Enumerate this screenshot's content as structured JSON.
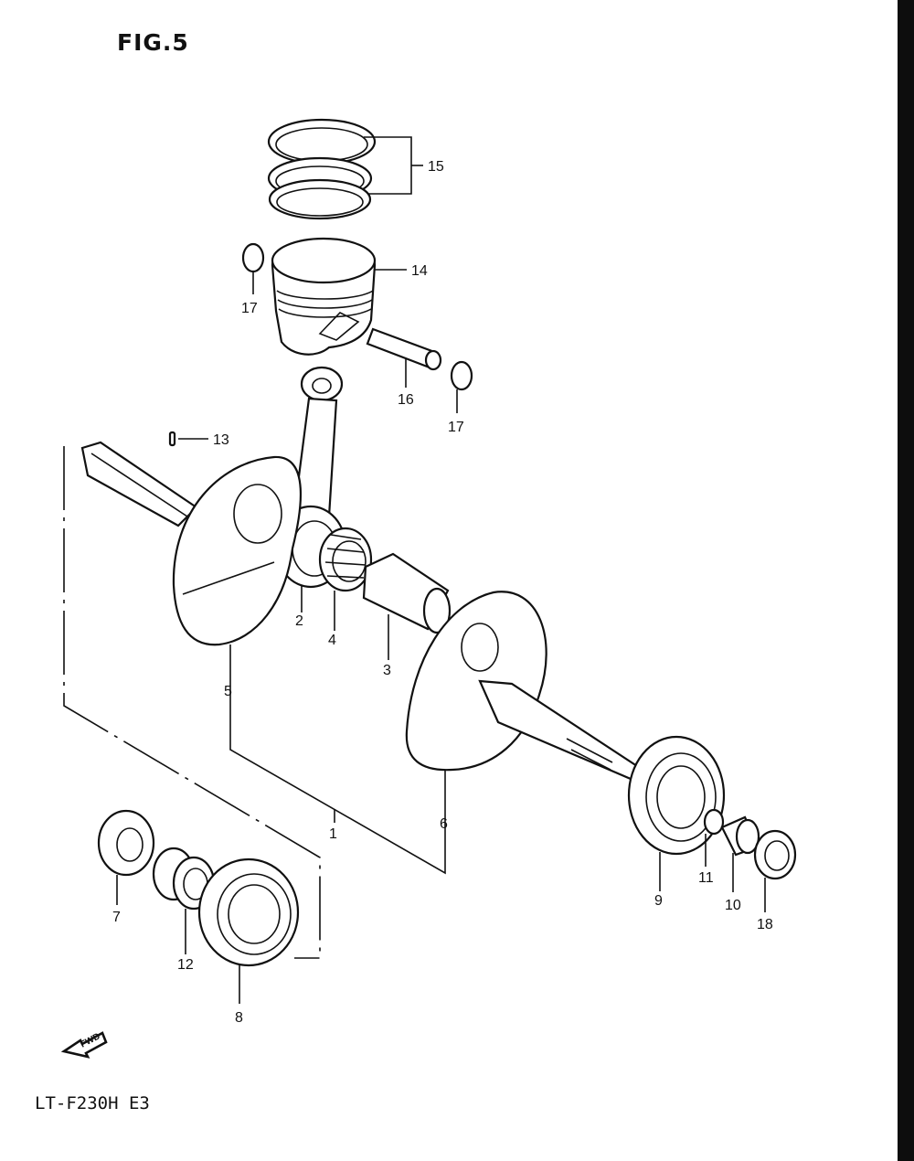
{
  "figure": {
    "title": "FIG.5",
    "model": "LT-F230H E3",
    "fwd_label": "FWD"
  },
  "callouts": [
    {
      "id": "c1",
      "label": "1"
    },
    {
      "id": "c2",
      "label": "2"
    },
    {
      "id": "c3",
      "label": "3"
    },
    {
      "id": "c4",
      "label": "4"
    },
    {
      "id": "c5",
      "label": "5"
    },
    {
      "id": "c6",
      "label": "6"
    },
    {
      "id": "c7",
      "label": "7"
    },
    {
      "id": "c8",
      "label": "8"
    },
    {
      "id": "c9",
      "label": "9"
    },
    {
      "id": "c10",
      "label": "10"
    },
    {
      "id": "c11",
      "label": "11"
    },
    {
      "id": "c12",
      "label": "12"
    },
    {
      "id": "c13",
      "label": "13"
    },
    {
      "id": "c14",
      "label": "14"
    },
    {
      "id": "c15",
      "label": "15"
    },
    {
      "id": "c16",
      "label": "16"
    },
    {
      "id": "c17a",
      "label": "17"
    },
    {
      "id": "c17b",
      "label": "17"
    },
    {
      "id": "c18",
      "label": "18"
    }
  ]
}
